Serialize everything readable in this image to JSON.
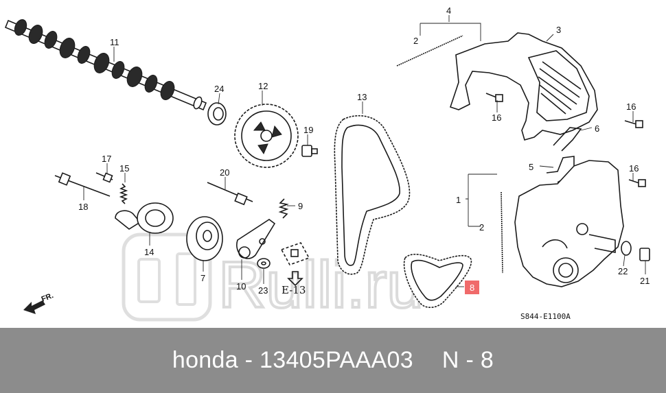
{
  "footer": {
    "brand": "honda",
    "separator": "-",
    "part_number": "13405PAAA03",
    "position_prefix": "N",
    "position_separator": "-",
    "position_number": "8"
  },
  "diagram": {
    "reference_code": "S844-E1100A",
    "direction_label": "FR.",
    "cross_reference": "E-13",
    "highlighted_callout": "8",
    "highlight_color": "#f06a6a",
    "watermark": "Rulli.ru",
    "callouts": {
      "c11": "11",
      "c24": "24",
      "c12": "12",
      "c19": "19",
      "c17": "17",
      "c15": "15",
      "c18": "18",
      "c20": "20",
      "c9": "9",
      "c14": "14",
      "c7": "7",
      "c10": "10",
      "c23": "23",
      "c13": "13",
      "c4": "4",
      "c2a": "2",
      "c3": "3",
      "c16a": "16",
      "c16b": "16",
      "c6": "6",
      "c5": "5",
      "c16c": "16",
      "c1": "1",
      "c2b": "2",
      "c22": "22",
      "c21": "21"
    }
  }
}
